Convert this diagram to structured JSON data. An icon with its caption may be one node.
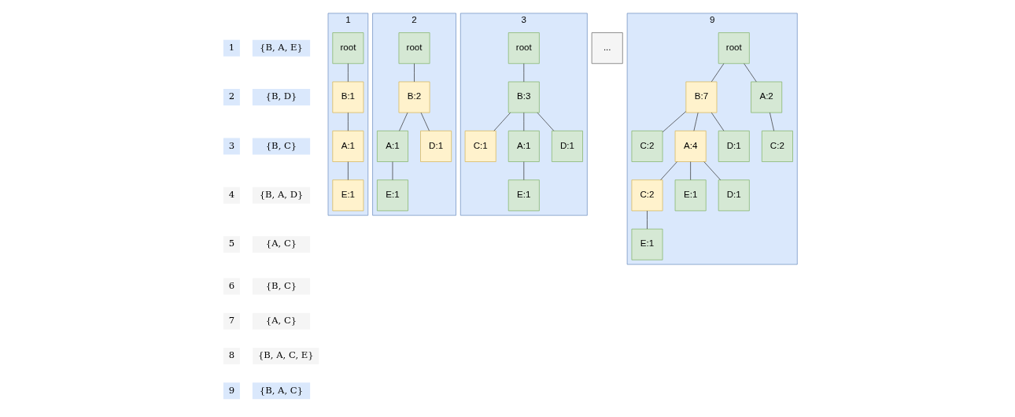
{
  "diagram": {
    "nodes": [
      {
        "text": [
          "1"
        ]
      },
      {
        "text": [
          "root"
        ],
        "in": 0
      },
      {
        "text": [
          "B:1"
        ],
        "in": 0
      },
      {
        "text": [
          "A:1"
        ],
        "in": 0
      },
      {
        "text": [
          "E:1"
        ],
        "in": 0
      },
      {
        "text": [
          "2"
        ]
      },
      {
        "text": [
          "root"
        ],
        "in": 5
      },
      {
        "text": [
          "B:2"
        ],
        "in": 5
      },
      {
        "text": [
          "A:1"
        ],
        "in": 5
      },
      {
        "text": [
          "D:1"
        ],
        "in": 5
      },
      {
        "text": [
          "E:1"
        ],
        "in": 5
      },
      {
        "text": [
          "3"
        ]
      },
      {
        "text": [
          "root"
        ],
        "in": 11
      },
      {
        "text": [
          "B:3"
        ],
        "in": 11
      },
      {
        "text": [
          "C:1"
        ],
        "in": 11
      },
      {
        "text": [
          "A:1"
        ],
        "in": 11
      },
      {
        "text": [
          "D:1"
        ],
        "in": 11
      },
      {
        "text": [
          "E:1"
        ],
        "in": 11
      },
      {
        "text": [
          "..."
        ]
      },
      {
        "text": [
          "9"
        ]
      },
      {
        "text": [
          "root"
        ],
        "in": 19
      },
      {
        "text": [
          "B:7"
        ],
        "in": 19
      },
      {
        "text": [
          "A:2"
        ],
        "in": 19
      },
      {
        "text": [
          "C:2"
        ],
        "in": 19
      },
      {
        "text": [
          "A:4"
        ],
        "in": 19
      },
      {
        "text": [
          "D:1"
        ],
        "in": 19
      },
      {
        "text": [
          "C:2"
        ],
        "in": 19
      },
      {
        "text": [
          "C:2"
        ],
        "in": 19
      },
      {
        "text": [
          "E:1"
        ],
        "in": 19
      },
      {
        "text": [
          "D:1"
        ],
        "in": 19
      },
      {
        "text": [
          "E:1"
        ],
        "in": 19
      }
    ],
    "edges": [
      {
        "from": 1,
        "to": 2,
        "arrow": "none"
      },
      {
        "from": 2,
        "to": 3,
        "arrow": "none"
      },
      {
        "from": 3,
        "to": 4,
        "arrow": "none"
      },
      {
        "from": 6,
        "to": 7,
        "arrow": "none"
      },
      {
        "from": 7,
        "to": 8,
        "arrow": "none"
      },
      {
        "from": 7,
        "to": 9,
        "arrow": "none"
      },
      {
        "from": 8,
        "to": 10,
        "arrow": "none"
      },
      {
        "from": 12,
        "to": 13,
        "arrow": "none"
      },
      {
        "from": 13,
        "to": 14,
        "arrow": "none"
      },
      {
        "from": 13,
        "to": 15,
        "arrow": "none"
      },
      {
        "from": 13,
        "to": 16,
        "arrow": "none"
      },
      {
        "from": 15,
        "to": 17,
        "arrow": "none"
      },
      {
        "from": 20,
        "to": 21,
        "arrow": "none"
      },
      {
        "from": 20,
        "to": 22,
        "arrow": "none"
      },
      {
        "from": 21,
        "to": 23,
        "arrow": "none"
      },
      {
        "from": 21,
        "to": 24,
        "arrow": "none"
      },
      {
        "from": 21,
        "to": 25,
        "arrow": "none"
      },
      {
        "from": 22,
        "to": 26,
        "arrow": "none"
      },
      {
        "from": 24,
        "to": 27,
        "arrow": "none"
      },
      {
        "from": 24,
        "to": 28,
        "arrow": "none"
      },
      {
        "from": 24,
        "to": 29,
        "arrow": "none"
      },
      {
        "from": 27,
        "to": 30,
        "arrow": "none"
      }
    ],
    "labels": [
      "1",
      "{B, A, E}",
      "2",
      "{B, D}",
      "3",
      "{B, C}",
      "4",
      "{B, A, D}",
      "5",
      "{A, C}",
      "6",
      "{B, C}",
      "7",
      "{A, C}",
      "8",
      "{B, A, C, E}",
      "9",
      "{B, A, C}"
    ]
  }
}
